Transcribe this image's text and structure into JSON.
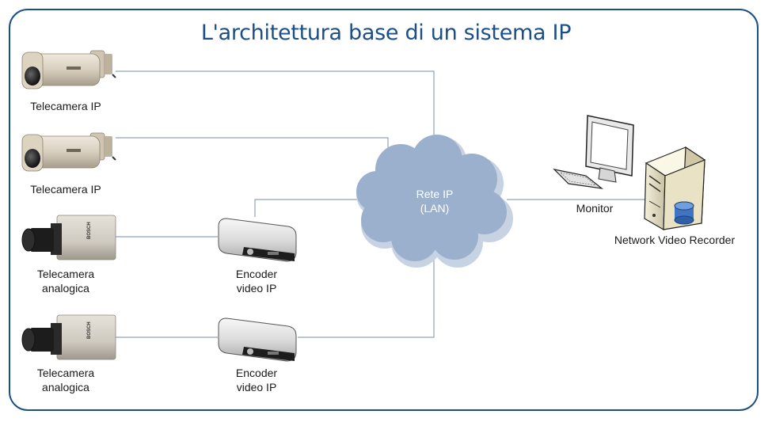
{
  "title": "L'architettura base di un sistema IP",
  "colors": {
    "accent": "#1c4f86",
    "line": "#8fa3b8",
    "cloud": "#9bb0cc"
  },
  "nodes": {
    "ip_camera_1": {
      "label": "Telecamera IP"
    },
    "ip_camera_2": {
      "label": "Telecamera IP"
    },
    "analog_camera_1": {
      "label_line1": "Telecamera",
      "label_line2": "analogica",
      "brand": "BOSCH"
    },
    "analog_camera_2": {
      "label_line1": "Telecamera",
      "label_line2": "analogica",
      "brand": "BOSCH"
    },
    "encoder_1": {
      "label_line1": "Encoder",
      "label_line2": "video IP"
    },
    "encoder_2": {
      "label_line1": "Encoder",
      "label_line2": "video IP"
    },
    "network": {
      "label_line1": "Rete IP",
      "label_line2": "(LAN)"
    },
    "monitor": {
      "label": "Monitor"
    },
    "nvr": {
      "label": "Network Video Recorder"
    }
  },
  "edges": [
    {
      "from": "ip_camera_1",
      "to": "network"
    },
    {
      "from": "ip_camera_2",
      "to": "network"
    },
    {
      "from": "analog_camera_1",
      "to": "encoder_1"
    },
    {
      "from": "encoder_1",
      "to": "network"
    },
    {
      "from": "analog_camera_2",
      "to": "encoder_2"
    },
    {
      "from": "encoder_2",
      "to": "network"
    },
    {
      "from": "network",
      "to": "monitor"
    },
    {
      "from": "network",
      "to": "nvr"
    }
  ]
}
